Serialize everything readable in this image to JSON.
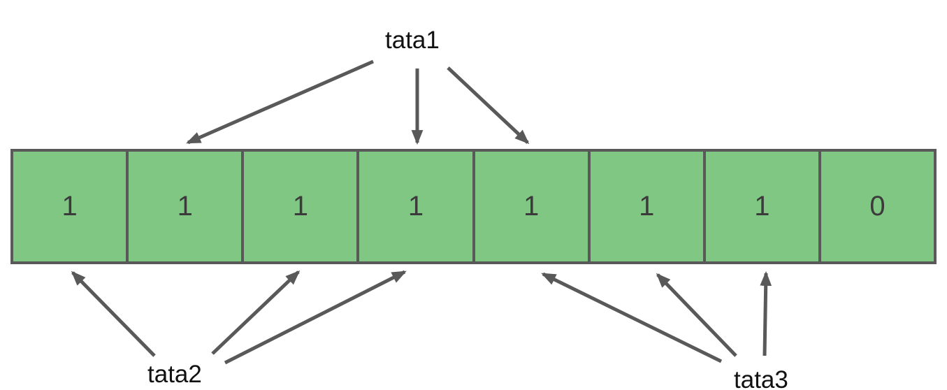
{
  "array": {
    "cells": [
      "1",
      "1",
      "1",
      "1",
      "1",
      "1",
      "1",
      "0"
    ]
  },
  "annotations": {
    "tata1": {
      "text": "tata1",
      "side": "top",
      "points_to_cells": [
        2,
        4,
        5
      ]
    },
    "tata2": {
      "text": "tata2",
      "side": "bottom-left",
      "points_to_cells": [
        1,
        3,
        4
      ]
    },
    "tata3": {
      "text": "tata3",
      "side": "bottom-right",
      "points_to_cells": [
        5,
        6,
        7
      ]
    }
  },
  "colors": {
    "cell_fill": "#81c784",
    "cell_border": "#595959",
    "arrow": "#595959",
    "cell_text": "#3b3b3b",
    "label_text": "#111111",
    "background": "#ffffff"
  }
}
